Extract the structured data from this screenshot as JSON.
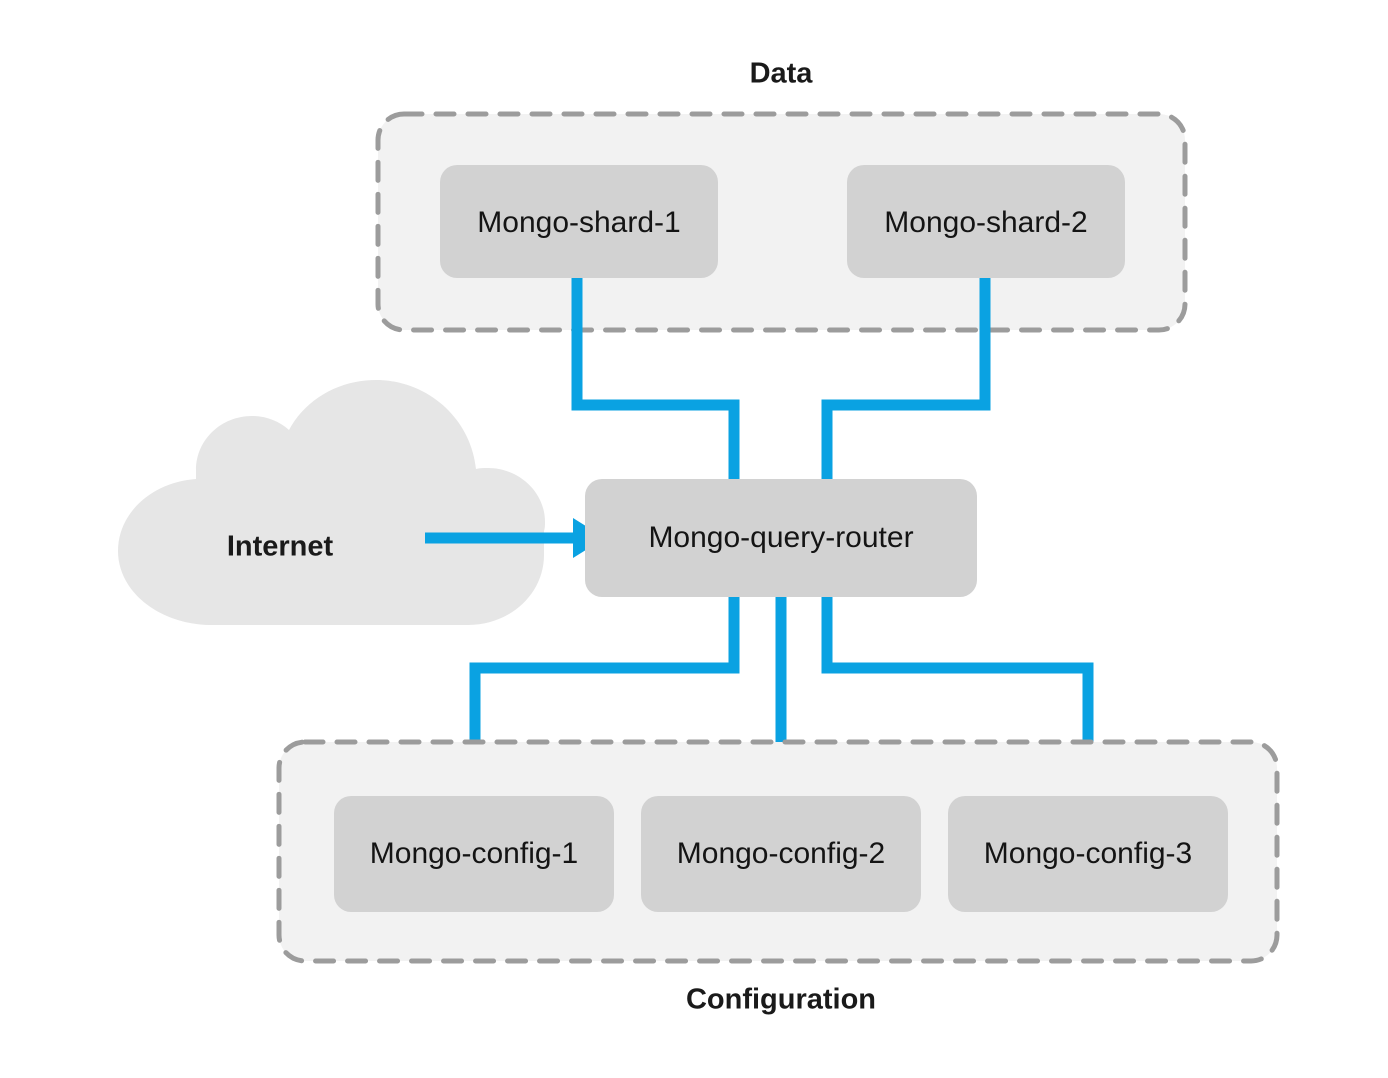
{
  "diagram": {
    "title_present": false,
    "colors": {
      "connector": "#0aa2e2",
      "node_fill": "#d2d2d2",
      "group_fill": "#f2f2f2",
      "group_border": "#9c9c9c",
      "cloud_fill": "#e6e6e6",
      "background": "#ffffff",
      "text": "#141414"
    },
    "groups": [
      {
        "id": "data",
        "label": "Data",
        "label_position": "top"
      },
      {
        "id": "configuration",
        "label": "Configuration",
        "label_position": "bottom"
      }
    ],
    "nodes": [
      {
        "id": "shard1",
        "label": "Mongo-shard-1",
        "group": "data"
      },
      {
        "id": "shard2",
        "label": "Mongo-shard-2",
        "group": "data"
      },
      {
        "id": "router",
        "label": "Mongo-query-router",
        "group": null
      },
      {
        "id": "config1",
        "label": "Mongo-config-1",
        "group": "configuration"
      },
      {
        "id": "config2",
        "label": "Mongo-config-2",
        "group": "configuration"
      },
      {
        "id": "config3",
        "label": "Mongo-config-3",
        "group": "configuration"
      }
    ],
    "cloud": {
      "id": "internet",
      "label": "Internet"
    },
    "edges": [
      {
        "from": "internet",
        "to": "router",
        "style": "arrow"
      },
      {
        "from": "shard1",
        "to": "router",
        "style": "elbow"
      },
      {
        "from": "shard2",
        "to": "router",
        "style": "elbow"
      },
      {
        "from": "router",
        "to": "config1",
        "style": "elbow"
      },
      {
        "from": "router",
        "to": "config2",
        "style": "straight"
      },
      {
        "from": "router",
        "to": "config3",
        "style": "elbow"
      }
    ]
  }
}
